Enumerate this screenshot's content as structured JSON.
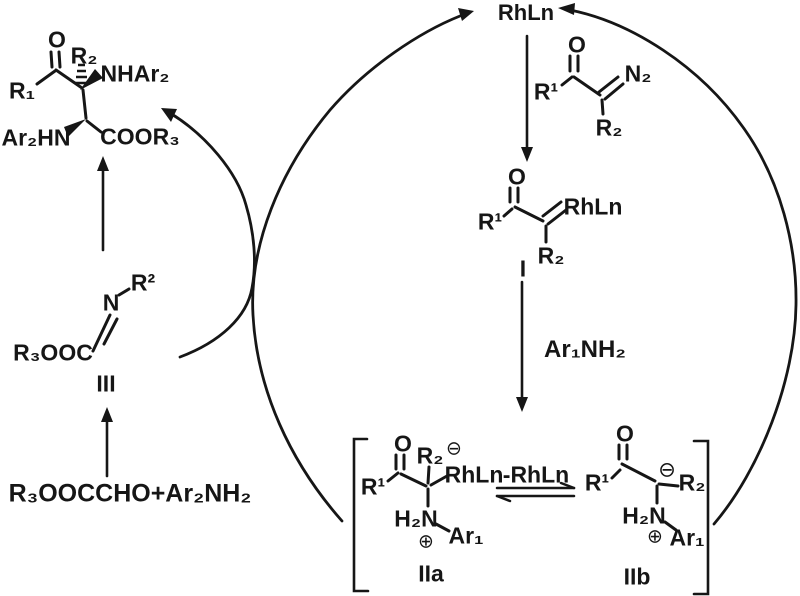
{
  "scheme": {
    "catalyst_label": "RhLn",
    "amine_reagent_label": "Ar₁NH₂",
    "rhln_loss_label": "-RhLn",
    "precursors_label": "R₃OOCCHO+Ar₂NH₂",
    "product": {
      "carbonyl_o": "O",
      "r1": "R₁",
      "r2": "R₂",
      "nhar2": "NHAr₂",
      "ar2hn": "Ar₂HN",
      "ester": "COOR₃"
    },
    "diazo": {
      "carbonyl_o": "O",
      "r1": "R¹",
      "n2": "N₂",
      "r2": "R₂"
    },
    "carbene": {
      "carbonyl_o": "O",
      "r1": "R¹",
      "rhln": "RhLn",
      "r2": "R₂",
      "numeral": "I"
    },
    "ylide_iia": {
      "carbonyl_o": "O",
      "r1": "R¹",
      "r2": "R₂",
      "minus": "⊖",
      "rhln": "RhLn",
      "h2n": "H₂N",
      "plus": "⊕",
      "ar1": "Ar₁",
      "numeral": "IIa"
    },
    "ylide_iib": {
      "carbonyl_o": "O",
      "r1": "R¹",
      "minus": "⊖",
      "r2": "R₂",
      "h2n": "H₂N",
      "plus": "⊕",
      "ar1": "Ar₁",
      "numeral": "IIb"
    },
    "imine": {
      "n": "N",
      "r2": "R²",
      "ester": "R₃OOC",
      "numeral": "III"
    }
  },
  "colors": {
    "ink": "#161616",
    "background": "#ffffff"
  }
}
